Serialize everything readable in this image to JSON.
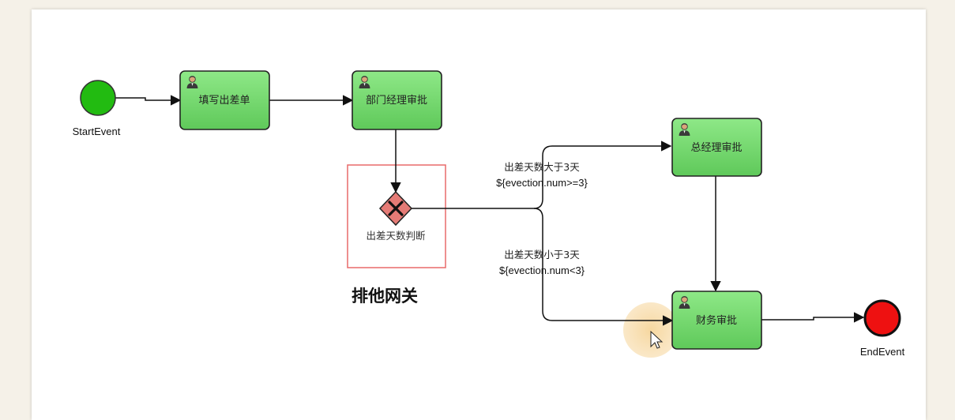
{
  "diagram": {
    "start_event": {
      "label": "StartEvent",
      "color": "#22bb11"
    },
    "end_event": {
      "label": "EndEvent",
      "color": "#ee1111"
    },
    "tasks": {
      "fill_form": "填写出差单",
      "dept_manager": "部门经理审批",
      "general_manager": "总经理审批",
      "finance": "财务审批"
    },
    "gateway": {
      "label": "出差天数判断",
      "type": "exclusive",
      "color": "#e57b76"
    },
    "conditions": {
      "upper": {
        "text": "出差天数大于3天",
        "expr": "${evection.num>=3}"
      },
      "lower": {
        "text": "出差天数小于3天",
        "expr": "${evection.num<3}"
      }
    },
    "annotation": {
      "caption": "排他网关",
      "box_color": "#e86a6a"
    },
    "task_color": "#6fd86a",
    "cursor_highlight_color": "#f8deb0"
  }
}
